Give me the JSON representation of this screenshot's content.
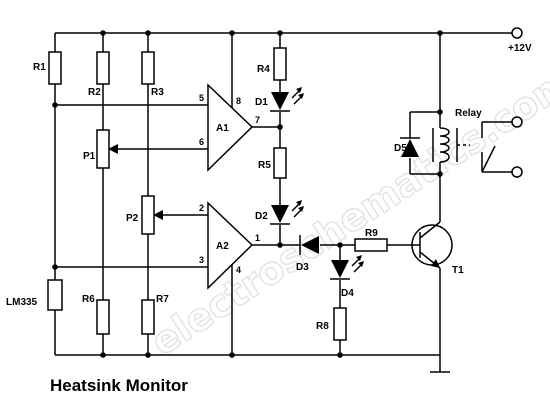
{
  "title": "Heatsink Monitor",
  "watermark": "electroschematics.com",
  "supply": "+12V",
  "relay_label": "Relay",
  "opamps": {
    "a1": "A1",
    "a2": "A2"
  },
  "resistors": [
    "R1",
    "R2",
    "R3",
    "R4",
    "R5",
    "R6",
    "R7",
    "R8",
    "R9"
  ],
  "pots": [
    "P1",
    "P2"
  ],
  "diodes": [
    "D1",
    "D2",
    "D3",
    "D4",
    "D5"
  ],
  "transistor": "T1",
  "sensor": "LM335",
  "pins": {
    "a1_in_plus": "5",
    "a1_in_minus": "6",
    "a1_vcc": "8",
    "a1_out": "7",
    "a2_in_plus": "2",
    "a2_in_minus": "3",
    "a2_gnd": "4",
    "a2_out": "1"
  },
  "colors": {
    "ink": "#000000",
    "background": "#ffffff",
    "watermark": "#e2e2e2"
  }
}
